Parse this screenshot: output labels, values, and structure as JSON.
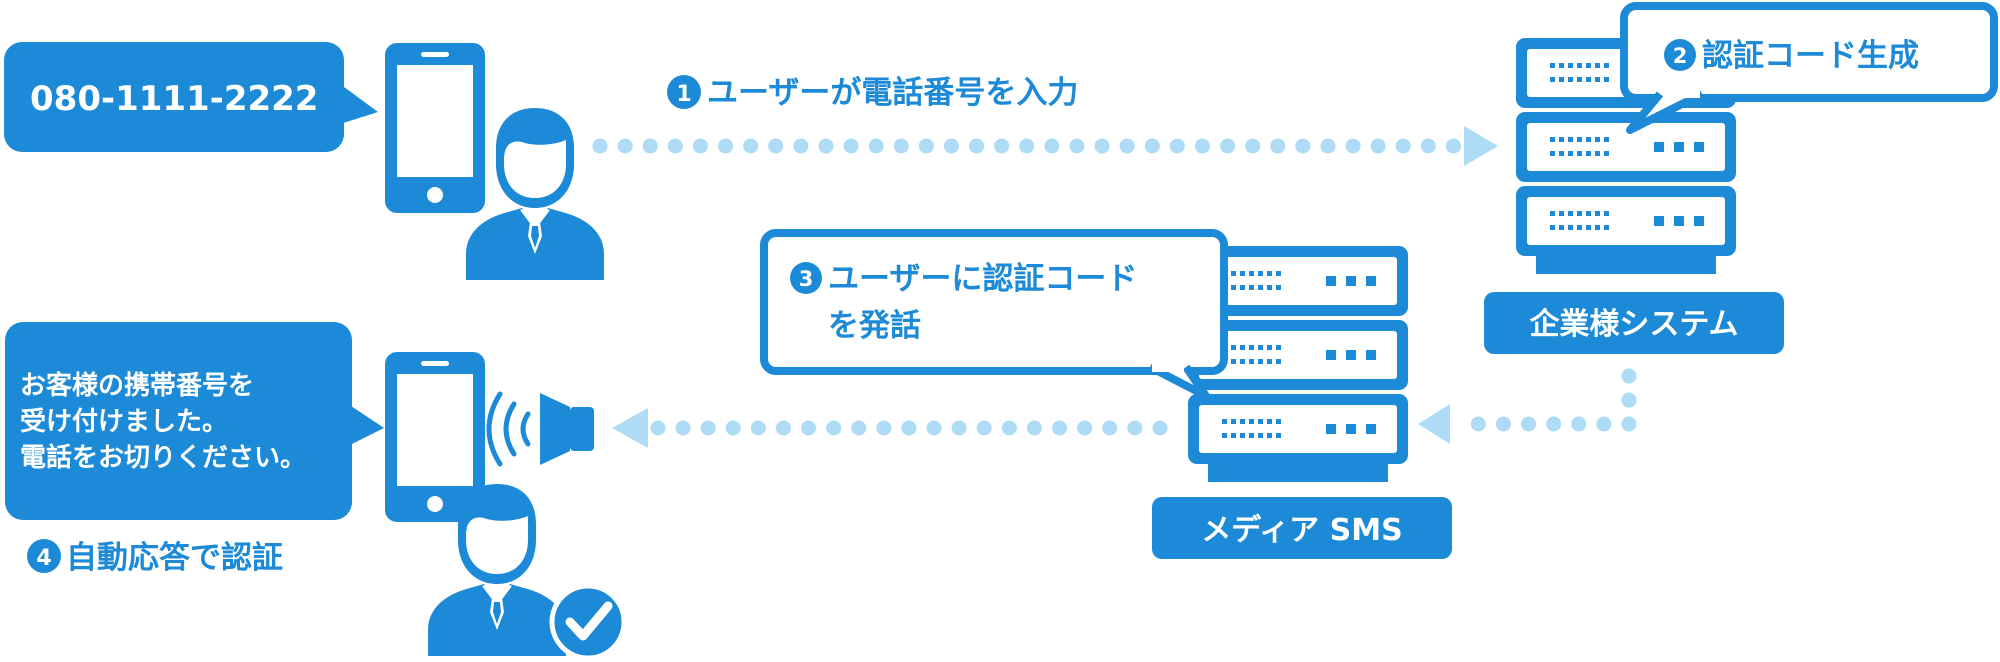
{
  "colors": {
    "primary": "#1d8ad8",
    "dots": "#aedcf6",
    "white": "#ffffff"
  },
  "phone_bubble": {
    "text": "080-1111-2222"
  },
  "step1": {
    "number": "1",
    "label": "ユーザーが電話番号を入力"
  },
  "step2": {
    "number": "2",
    "label": "認証コード生成"
  },
  "step3": {
    "number": "3",
    "line1": "ユーザーに認証コード",
    "line2": "を発話"
  },
  "step4": {
    "number": "4",
    "label": "自動応答で認証"
  },
  "company_system": {
    "label": "企業様システム"
  },
  "media_sms": {
    "label": "メディア SMS"
  },
  "response_bubble": {
    "line1": "お客様の携帯番号を",
    "line2": "受け付けました。",
    "line3": "電話をお切りください。"
  },
  "icons": [
    "smartphone-icon",
    "user-icon",
    "server-icon",
    "speaker-icon",
    "check-icon",
    "arrow-icon"
  ]
}
